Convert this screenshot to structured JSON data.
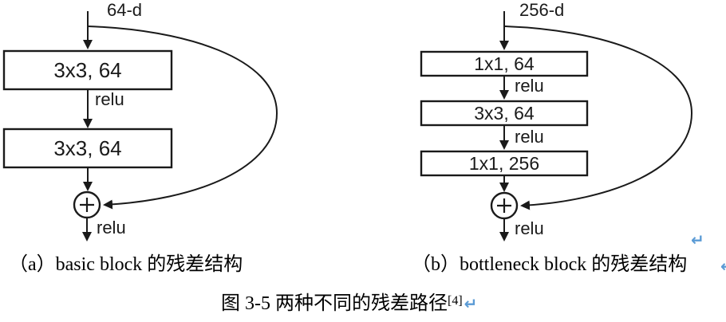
{
  "colors": {
    "line": "#1a1a1a",
    "text": "#1a1a1a",
    "caption_text": "#000000",
    "return_mark_blue": "#5b9bd5",
    "background": "#ffffff"
  },
  "diagram_a": {
    "input_label": "64-d",
    "boxes": [
      {
        "label": "3x3, 64"
      },
      {
        "label": "3x3, 64"
      }
    ],
    "relu_labels": [
      "relu",
      "relu"
    ],
    "plus_icon": "circle-plus",
    "caption": "（a）basic block 的残差结构"
  },
  "diagram_b": {
    "input_label": "256-d",
    "boxes": [
      {
        "label": "1x1, 64"
      },
      {
        "label": "3x3, 64"
      },
      {
        "label": "1x1, 256"
      }
    ],
    "relu_labels": [
      "relu",
      "relu",
      "relu"
    ],
    "plus_icon": "circle-plus",
    "caption": "（b）bottleneck block 的残差结构"
  },
  "figure_caption": {
    "text": "图 3-5 两种不同的残差路径",
    "reference": "[4]"
  },
  "return_mark": "↵"
}
